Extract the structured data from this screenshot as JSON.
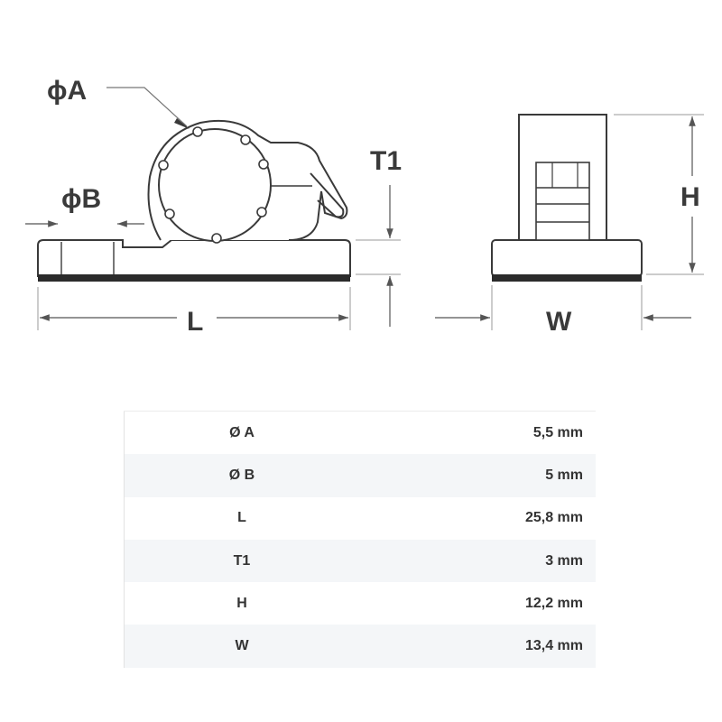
{
  "diagram": {
    "labels": {
      "phi_a": "ϕA",
      "phi_b": "ϕB",
      "t1": "T1",
      "l": "L",
      "h": "H",
      "w": "W"
    },
    "colors": {
      "outline": "#3a3a3a",
      "base_strip": "#2b2b2b",
      "dimension_line": "#555555"
    }
  },
  "specs": {
    "rows": [
      {
        "param": "Ø A",
        "value": "5,5 mm"
      },
      {
        "param": "Ø B",
        "value": "5 mm"
      },
      {
        "param": "L",
        "value": "25,8 mm"
      },
      {
        "param": "T1",
        "value": "3 mm"
      },
      {
        "param": "H",
        "value": "12,2 mm"
      },
      {
        "param": "W",
        "value": "13,4 mm"
      }
    ]
  }
}
